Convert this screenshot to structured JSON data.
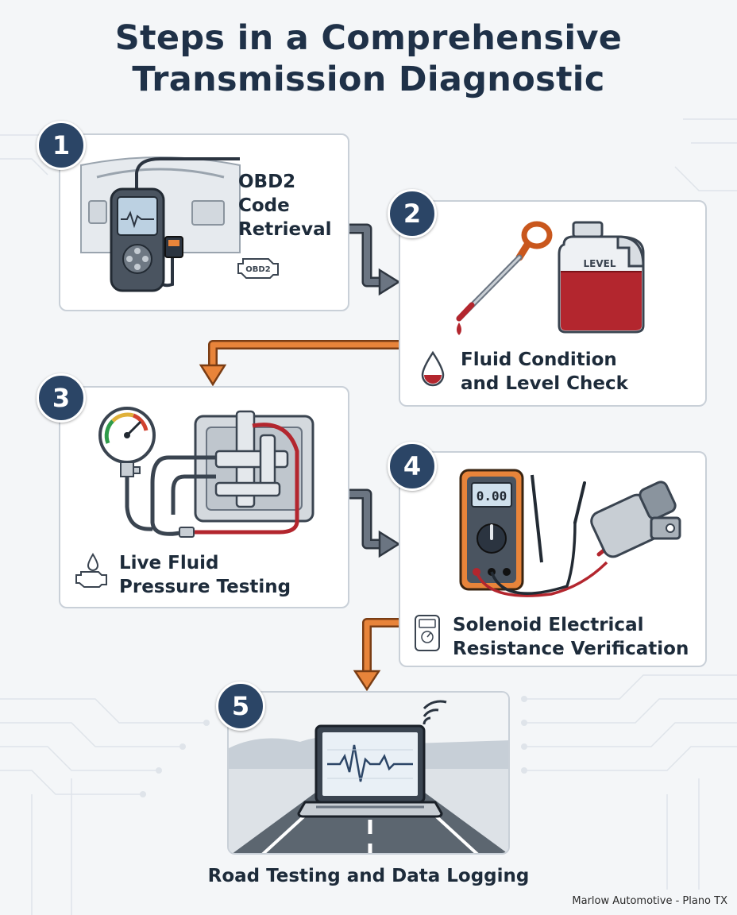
{
  "title_line1": "Steps in a Comprehensive",
  "title_line2": "Transmission Diagnostic",
  "steps": [
    {
      "number": "1",
      "line1": "OBD2",
      "line2": "Code",
      "line3": "Retrieval",
      "icon_text": "OBD2"
    },
    {
      "number": "2",
      "line1": "Fluid Condition",
      "line2": "and Level Check",
      "jug_text": "LEVEL"
    },
    {
      "number": "3",
      "line1": "Live Fluid",
      "line2": "Pressure Testing"
    },
    {
      "number": "4",
      "line1": "Solenoid Electrical",
      "line2": "Resistance Verification",
      "meter_text": "0.00"
    },
    {
      "number": "5",
      "line1": "Road Testing and Data Logging"
    }
  ],
  "footer": "Marlow Automotive - Plano TX",
  "colors": {
    "navy": "#2b4566",
    "orange": "#e8843a",
    "gray_arrow": "#5a6470",
    "fluid_red": "#b3262e"
  }
}
